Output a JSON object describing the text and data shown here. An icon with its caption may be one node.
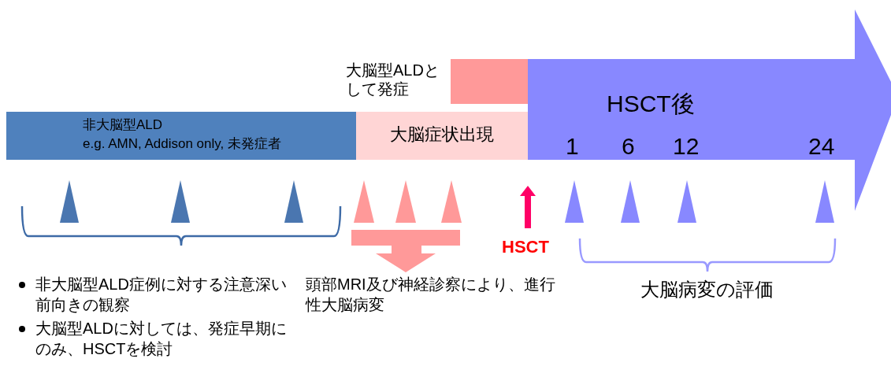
{
  "diagram": {
    "nodes": [
      {
        "text": [
          "非大脳型ALD",
          "e.g. AMN, Addison only, 未発症者"
        ]
      },
      {
        "text": [
          "大脳症状出現"
        ]
      },
      {
        "text": [],
        "shape": "box",
        "beside": [
          "大脳型ALDとして発症"
        ]
      },
      {
        "text": [
          "HSCT後",
          "1",
          "6",
          "12",
          "24"
        ]
      }
    ],
    "labels": [
      "非大脳型ALD症例に対する注意深い前向きの観察",
      "大脳型ALDに対しては、発症早期にのみ、HSCTを検討",
      "頭部MRI及び神経診察により、進行性大脳病変",
      "HSCT",
      "大脳病変の評価"
    ]
  }
}
